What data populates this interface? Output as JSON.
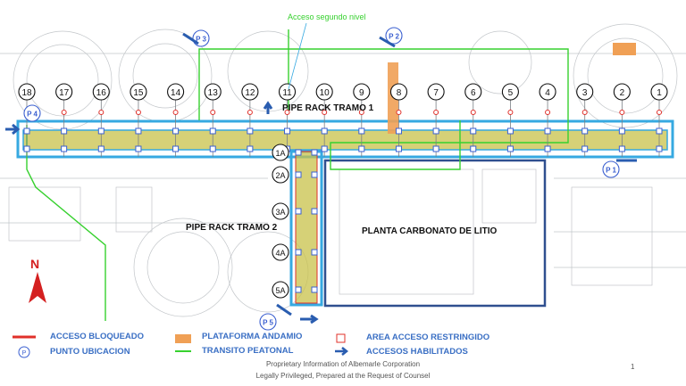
{
  "annotation_top": "Acceso segundo nivel",
  "labels": {
    "pipe_rack_1": "PIPE RACK TRAMO 1",
    "pipe_rack_2": "PIPE RACK TRAMO 2",
    "plant": "PLANTA CARBONATO DE LITIO"
  },
  "north_label": "N",
  "columns_top": [
    "18",
    "17",
    "16",
    "15",
    "14",
    "13",
    "12",
    "11",
    "10",
    "9",
    "8",
    "7",
    "6",
    "5",
    "4",
    "3",
    "2",
    "1"
  ],
  "columns_side": [
    "1A",
    "2A",
    "3A",
    "4A",
    "5A"
  ],
  "location_points": [
    "P 1",
    "P 2",
    "P 3",
    "P 4",
    "P 5"
  ],
  "legend": {
    "blocked_access": "ACCESO BLOQUEADO",
    "location_point": "PUNTO UBICACION",
    "scaffold_platform": "PLATAFORMA ANDAMIO",
    "pedestrian_transit": "TRANSITO PEATONAL",
    "restricted_area": "AREA ACCESO RESTRINGIDO",
    "enabled_access": "ACCESOS HABILITADOS",
    "point_symbol": "P"
  },
  "footer": {
    "line1": "Proprietary Information of Albemarle Corporation",
    "line2": "Legally Privileged, Prepared at the Request of Counsel"
  },
  "page_number": "1",
  "colors": {
    "rack_outline": "#36a9e1",
    "rack_fill": "#c8c24a",
    "transit": "#37d12f",
    "blocked": "#e0302a",
    "platform": "#f0a055",
    "access_arrow": "#2a5db0",
    "plant_outline": "#2f4f8f",
    "point_circle": "#3a5fd0"
  }
}
